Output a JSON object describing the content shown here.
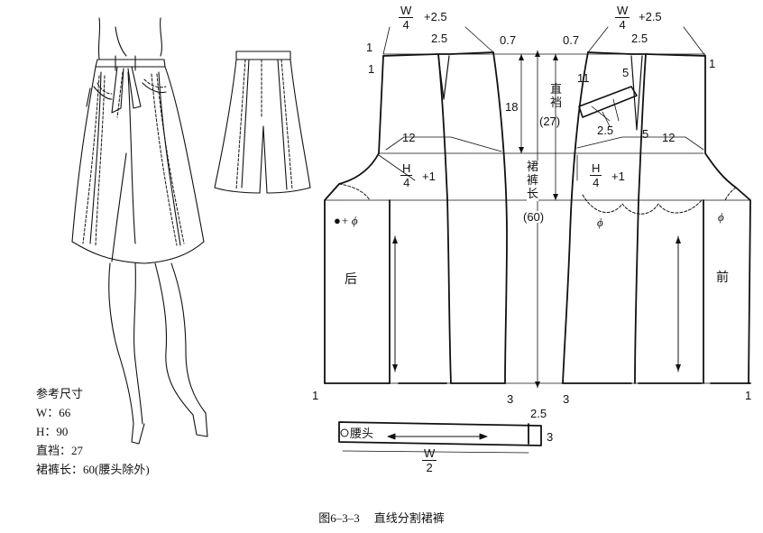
{
  "reference": {
    "title": "参考尺寸",
    "w": "W：66",
    "h": "H：90",
    "crotch": "直裆：27",
    "length": "裙裤长：60(腰头除外)"
  },
  "caption": {
    "figure": "图6–3–3",
    "title": "直线分割裙裤"
  },
  "labels": {
    "waist_left_num": "W",
    "waist_left_den": "4",
    "waist_left_plus": "+2.5",
    "waist_right_num": "W",
    "waist_right_den": "4",
    "waist_right_plus": "+2.5",
    "hip_left_num": "H",
    "hip_left_den": "4",
    "hip_left_plus": "+1",
    "hip_right_num": "H",
    "hip_right_den": "4",
    "hip_right_plus": "+1",
    "band_num": "W",
    "band_den": "2",
    "dart_left": "2.5",
    "dart_right": "2.5",
    "side_left": "0.7",
    "side_right": "0.7",
    "one_a": "1",
    "one_b": "1",
    "one_c": "1",
    "one_d": "1",
    "one_e": "1",
    "eighteen": "18",
    "twelve_left": "12",
    "twelve_right": "12",
    "eleven": "11",
    "five_a": "5",
    "five_b": "5",
    "two_five_pocket": "2.5",
    "crotch_v1": "直",
    "crotch_v2": "裆",
    "crotch_v3": "(27)",
    "length_v1": "裙",
    "length_v2": "裤",
    "length_v3": "长",
    "length_v4": "(60)",
    "back": "后",
    "front": "前",
    "dot_phi": "●+ ϕ",
    "phi_mid": "ϕ",
    "phi_right": "ϕ",
    "three_a": "3",
    "three_b": "3",
    "three_c": "3",
    "band_25": "2.5",
    "waistband": "腰头"
  }
}
